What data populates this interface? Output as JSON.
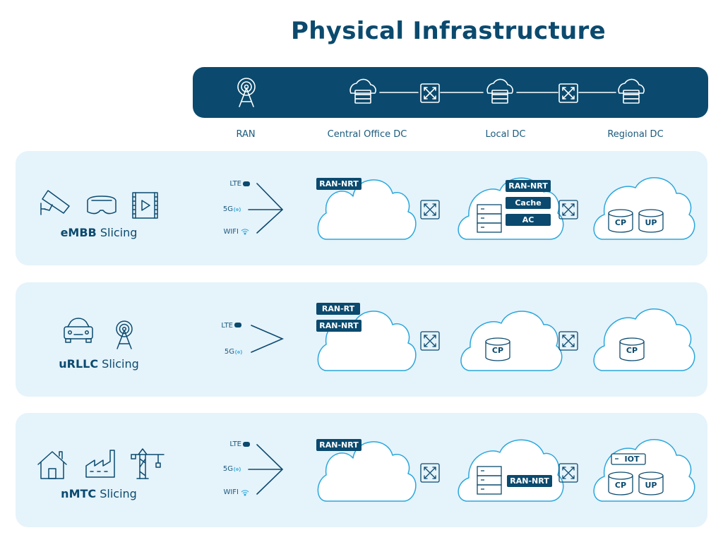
{
  "title": "Physical Infrastructure",
  "columns": [
    "RAN",
    "Central Office DC",
    "Local DC",
    "Regional DC"
  ],
  "slices": [
    {
      "name_bold": "eMBB",
      "name_rest": " Slicing",
      "networks": [
        "LTE",
        "5G",
        "WIFI"
      ],
      "central_tags": [
        "RAN-NRT"
      ],
      "local_tags": [
        "RAN-NRT",
        "Cache",
        "AC"
      ],
      "regional_tags": [
        "CP",
        "UP"
      ]
    },
    {
      "name_bold": "uRLLC",
      "name_rest": " Slicing",
      "networks": [
        "LTE",
        "5G"
      ],
      "central_tags": [
        "RAN-RT",
        "RAN-NRT"
      ],
      "local_tags": [
        "CP"
      ],
      "regional_tags": [
        "CP"
      ]
    },
    {
      "name_bold": "nMTC",
      "name_rest": " Slicing",
      "networks": [
        "LTE",
        "5G",
        "WIFI"
      ],
      "central_tags": [
        "RAN-NRT"
      ],
      "local_tags": [
        "RAN-NRT"
      ],
      "regional_tags": [
        "IOT",
        "CP",
        "UP"
      ]
    }
  ],
  "colors": {
    "navy": "#0b4a6e",
    "panel": "#e5f3fb",
    "cloud_stroke": "#2aa7dc"
  },
  "icons": [
    "cell-tower-icon",
    "cloud-server-icon",
    "switch-icon",
    "cctv-camera-icon",
    "vr-headset-icon",
    "video-icon",
    "car-icon",
    "home-icon",
    "factory-icon",
    "crane-icon",
    "server-icon",
    "database-icon",
    "wifi-icon",
    "5g-signal-icon",
    "lte-icon"
  ]
}
